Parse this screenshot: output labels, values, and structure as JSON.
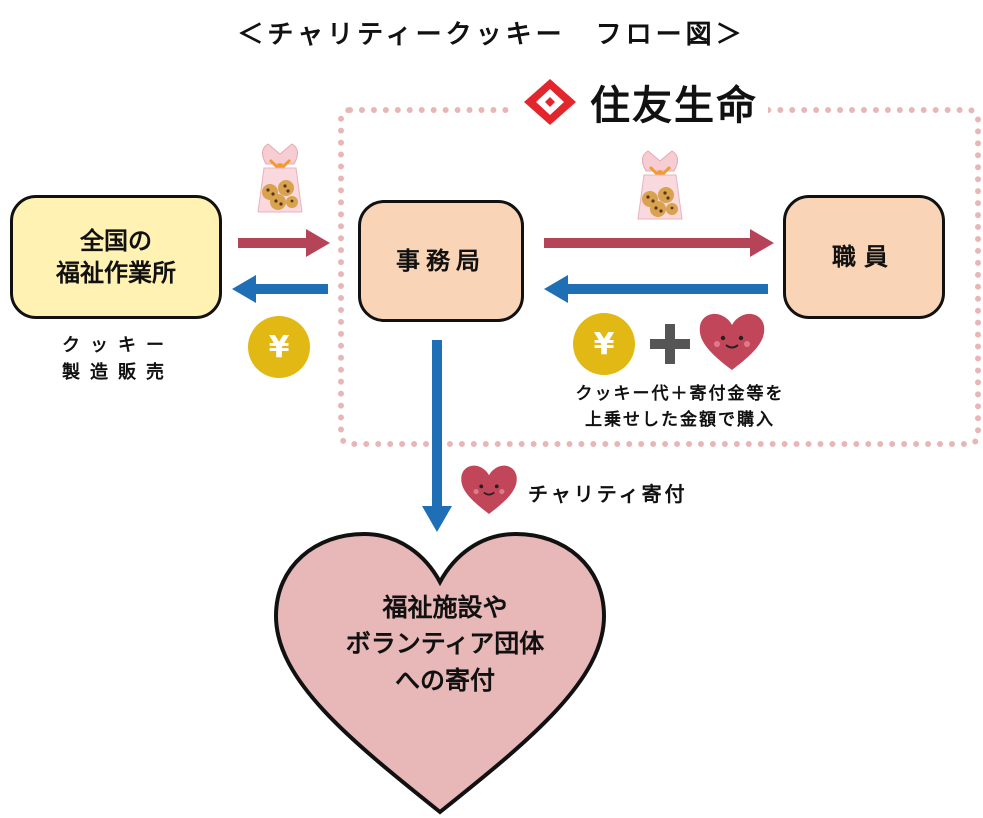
{
  "title": "＜チャリティークッキー　フロー図＞",
  "brand": {
    "name": "住友生命"
  },
  "nodes": {
    "welfare": {
      "line1": "全国の",
      "line2": "福祉作業所"
    },
    "office": {
      "label": "事務局"
    },
    "staff": {
      "label": "職員"
    }
  },
  "notes": {
    "cookie_line1": "クッキー",
    "cookie_line2": "製造販売",
    "purchase_line1": "クッキー代＋寄付金等を",
    "purchase_line2": "上乗せした金額で購入",
    "charity": "チャリティ寄付"
  },
  "destination": {
    "line1": "福祉施設や",
    "line2": "ボランティア団体",
    "line3": "への寄付"
  },
  "symbols": {
    "yen": "¥"
  },
  "colors": {
    "arrow_red": "#b54458",
    "arrow_blue": "#1f6fb6",
    "heart_small": "#c2465a",
    "heart_big": "#e8b8b8",
    "yen": "#e2b814",
    "plus": "#555555",
    "node_welfare": "#fff2b3",
    "node_orange": "#fad4b6",
    "dots": "#e7b7b7"
  },
  "icons": [
    "cookie-bag-icon",
    "yen-coin-icon",
    "smiling-heart-icon",
    "plus-icon",
    "sumitomo-logo-icon"
  ]
}
